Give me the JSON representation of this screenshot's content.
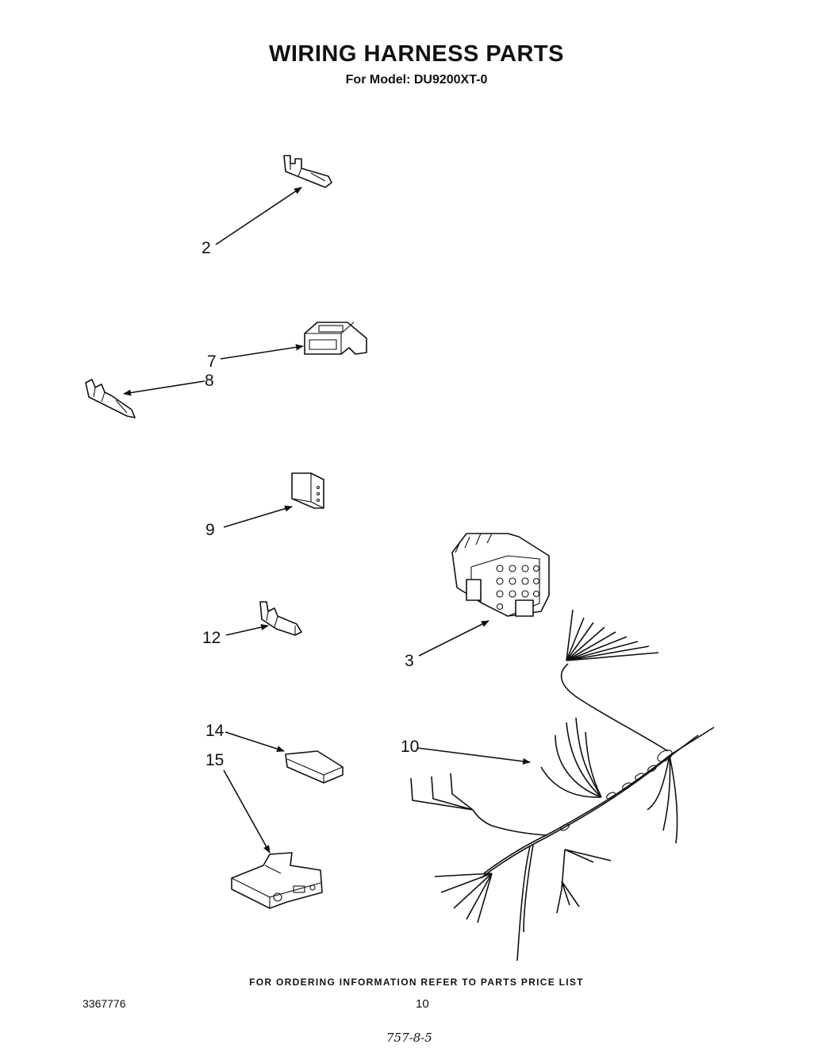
{
  "title": "WIRING HARNESS PARTS",
  "subtitle": "For Model: DU9200XT-0",
  "callouts": [
    "2",
    "7",
    "8",
    "9",
    "12",
    "3",
    "14",
    "15",
    "10"
  ],
  "footer": "FOR ORDERING INFORMATION REFER TO PARTS PRICE LIST",
  "doc_number": "3367776",
  "page_number": "10",
  "handwritten_note": "757-8-5"
}
